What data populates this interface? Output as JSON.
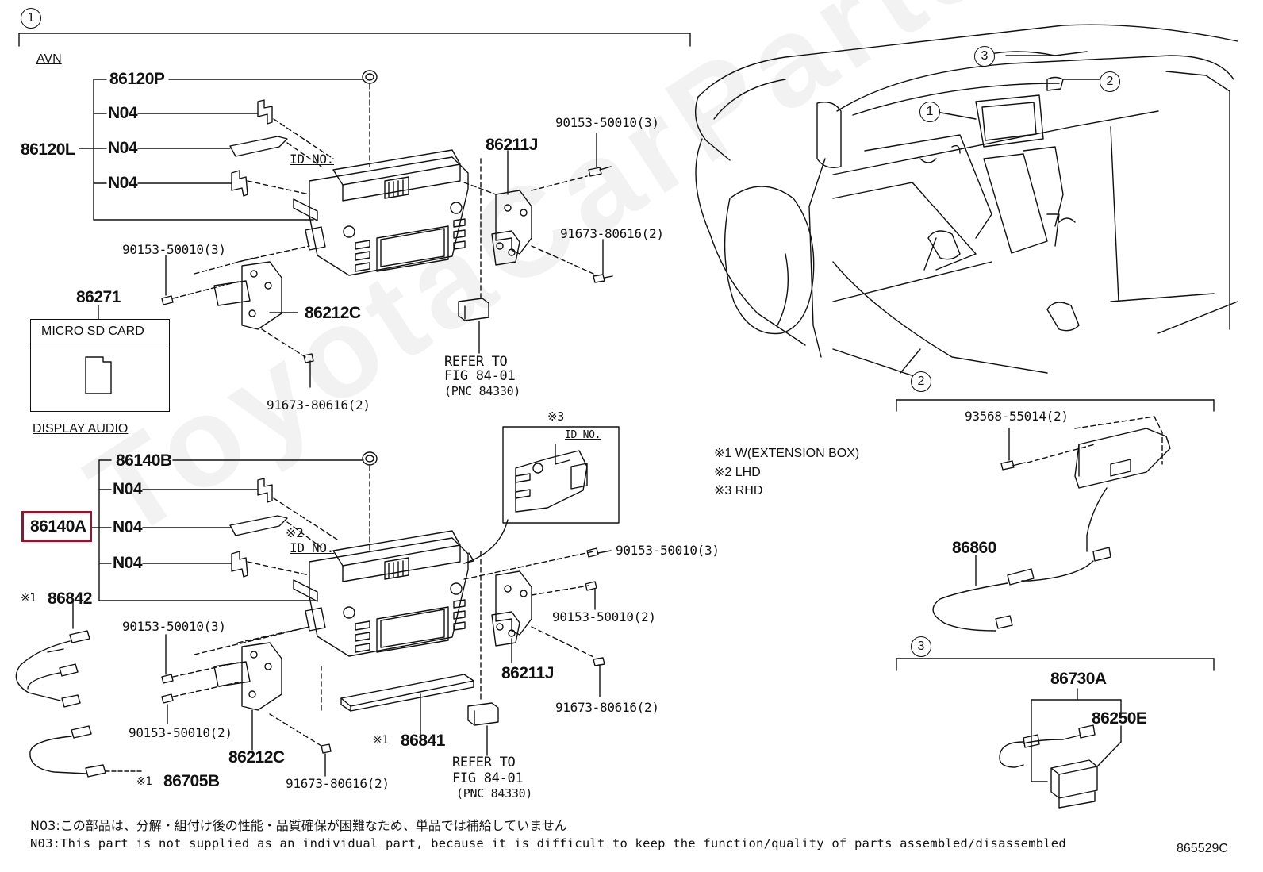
{
  "section_markers": {
    "main": "1",
    "harness": "2",
    "camera": "3"
  },
  "sections": {
    "avn": "AVN",
    "display_audio": "DISPLAY AUDIO"
  },
  "avn_parts": {
    "p86120P": "86120P",
    "p86120L": "86120L",
    "n04_a": "N04",
    "n04_b": "N04",
    "n04_c": "N04",
    "id_no": "ID NO.",
    "p86211J": "86211J",
    "bolt_top": "90153-50010(3)",
    "screw_right": "91673-80616(2)",
    "bolt_left": "90153-50010(3)",
    "p86271": "86271",
    "micro_sd": "MICRO SD CARD",
    "p86212C": "86212C",
    "screw_bottom": "91673-80616(2)",
    "refer_1": "REFER TO",
    "refer_2": "FIG 84-01",
    "refer_3": "(PNC 84330)"
  },
  "da_parts": {
    "p86140B": "86140B",
    "p86140A": "86140A",
    "n04_a": "N04",
    "n04_b": "N04",
    "n04_c": "N04",
    "mark2": "※2",
    "id_no": "ID NO.",
    "mark1_a": "※1",
    "p86842": "86842",
    "bolt_right_top": "90153-50010(3)",
    "bolt_right_mid": "90153-50010(2)",
    "p86211J": "86211J",
    "screw_right": "91673-80616(2)",
    "bolt_left_top": "90153-50010(3)",
    "bolt_left_bottom": "90153-50010(2)",
    "p86212C": "86212C",
    "screw_bottom": "91673-80616(2)",
    "mark1_b": "※1",
    "p86841": "86841",
    "mark1_c": "※1",
    "p86705B": "86705B",
    "refer_1": "REFER TO",
    "refer_2": "FIG 84-01",
    "refer_3": "(PNC 84330)"
  },
  "inset": {
    "mark": "※3",
    "id_no": "ID NO."
  },
  "legend": {
    "l1": "※1 W(EXTENSION BOX)",
    "l2": "※2 LHD",
    "l3": "※3 RHD"
  },
  "harness_parts": {
    "bolt": "93568-55014(2)",
    "p86860": "86860"
  },
  "camera_parts": {
    "p86730A": "86730A",
    "p86250E": "86250E"
  },
  "notes": {
    "jp": "N03:この部品は、分解・組付け後の性能・品質確保が困難なため、単品では補給していません",
    "en": "N03:This part is not supplied as an individual part, because it is difficult to keep the function/quality of parts assembled/disassembled"
  },
  "figure_code": "865529C",
  "watermark": "ToyotaCarParts",
  "colors": {
    "highlight": "#8b1a2e",
    "ink": "#111111"
  }
}
